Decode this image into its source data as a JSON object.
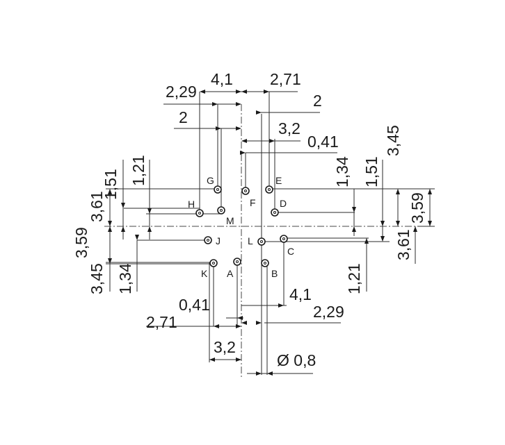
{
  "diagram": {
    "pins": [
      {
        "label": "A"
      },
      {
        "label": "B"
      },
      {
        "label": "C"
      },
      {
        "label": "D"
      },
      {
        "label": "E"
      },
      {
        "label": "F"
      },
      {
        "label": "G"
      },
      {
        "label": "H"
      },
      {
        "label": "J"
      },
      {
        "label": "K"
      },
      {
        "label": "L"
      },
      {
        "label": "M"
      }
    ],
    "dimensions": {
      "top_4_1": "4,1",
      "top_2_29": "2,29",
      "top_2_71": "2,71",
      "top_2_left": "2",
      "top_2_right": "2",
      "top_3_2": "3,2",
      "top_0_41": "0,41",
      "left_1_51": "1,51",
      "left_1_21": "1,21",
      "left_3_61": "3,61",
      "left_3_59": "3,59",
      "left_3_45": "3,45",
      "left_1_34": "1,34",
      "right_3_45": "3,45",
      "right_1_34": "1,34",
      "right_1_51": "1,51",
      "right_3_59": "3,59",
      "right_3_61": "3,61",
      "right_1_21": "1,21",
      "bot_4_1": "4,1",
      "bot_0_41": "0,41",
      "bot_2_29": "2,29",
      "bot_2_71": "2,71",
      "bot_3_2": "3,2",
      "bot_dia": "Ø 0,8"
    }
  }
}
